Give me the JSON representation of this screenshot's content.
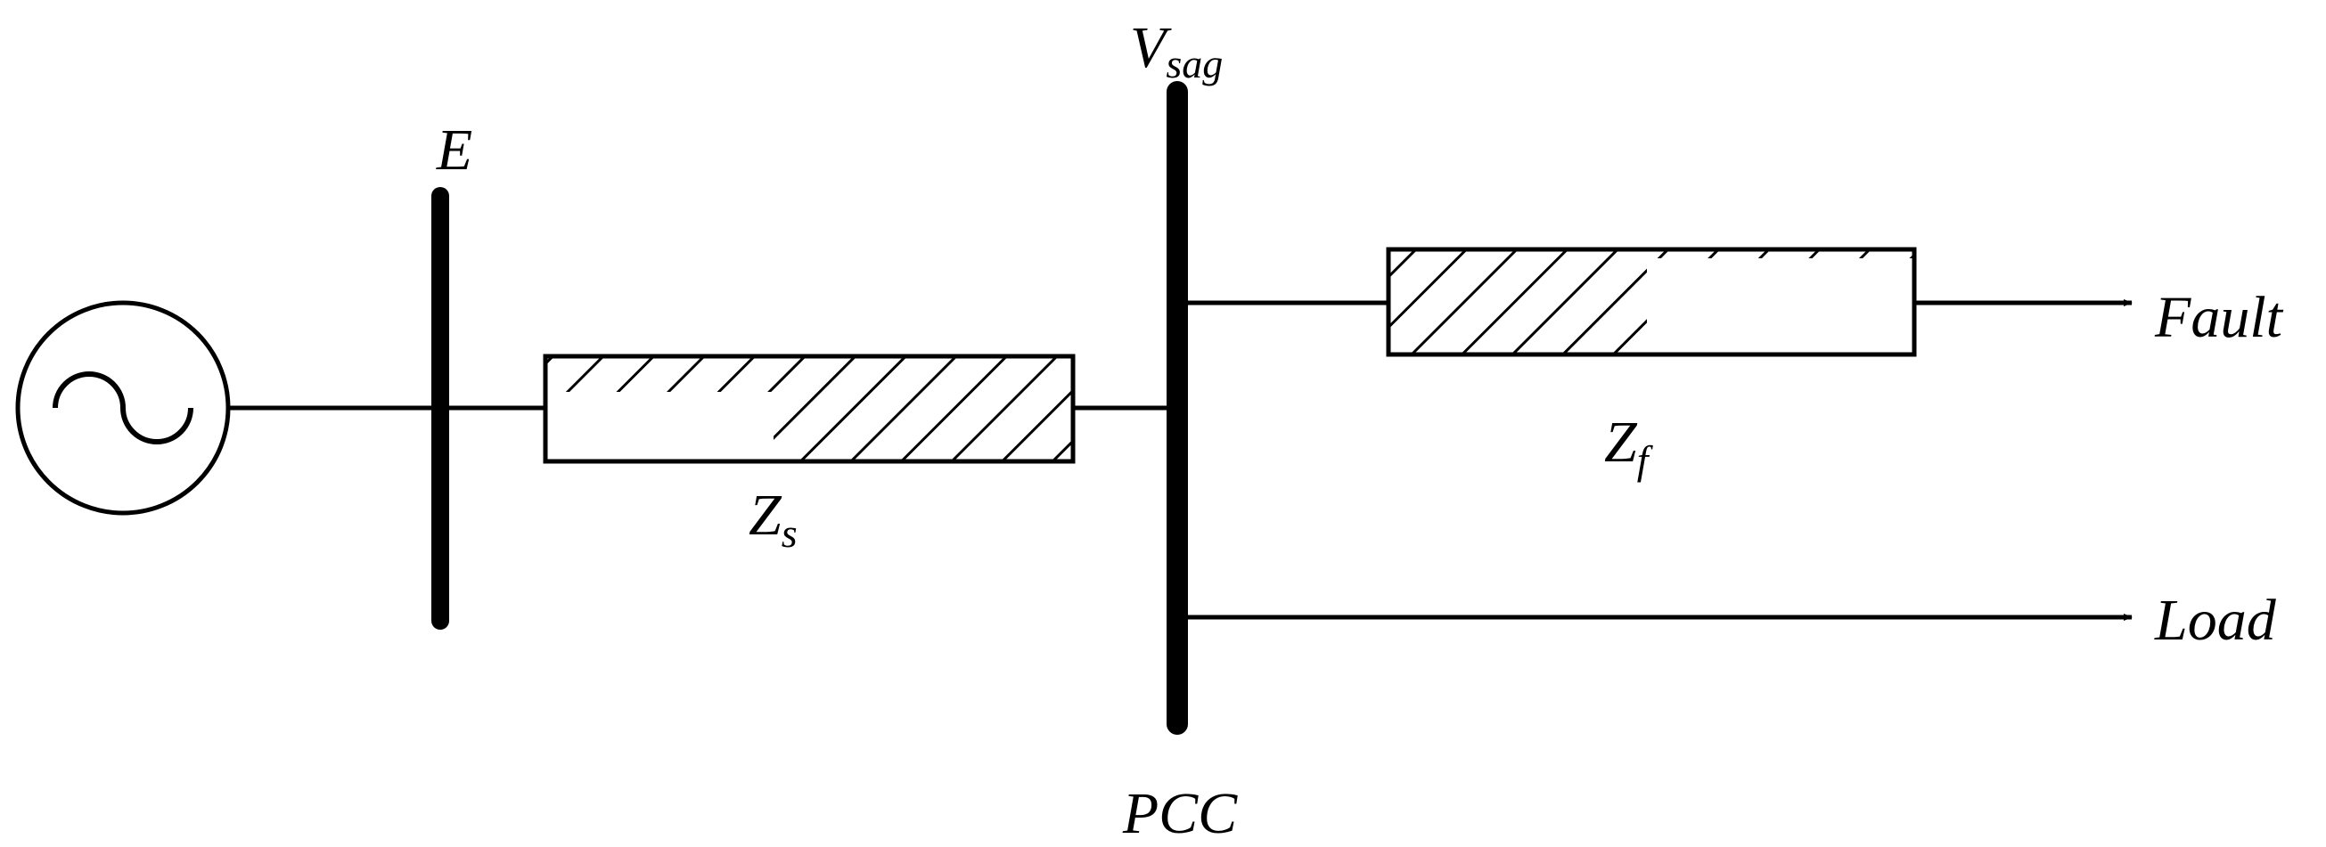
{
  "labels": {
    "source_bus": "E",
    "pcc_voltage_main": "V",
    "pcc_voltage_sub": "sag",
    "pcc": "PCC",
    "source_impedance_main": "Z",
    "source_impedance_sub": "s",
    "fault_impedance_main": "Z",
    "fault_impedance_sub": "f",
    "fault": "Fault",
    "load": "Load"
  },
  "icons": {
    "source": "ac-voltage-source-icon",
    "fault_arrow": "arrow-right-icon",
    "load_arrow": "arrow-right-icon"
  },
  "colors": {
    "stroke": "#000000",
    "background": "#ffffff"
  }
}
